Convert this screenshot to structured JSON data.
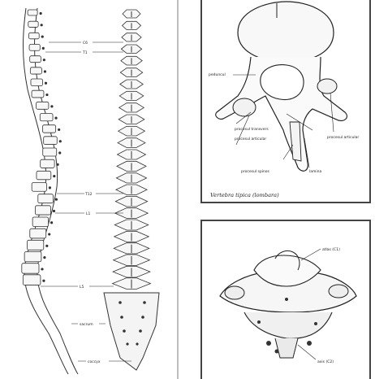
{
  "left_labels": {
    "c6": "C6",
    "t1": "T1",
    "t12": "T12",
    "l1": "L1",
    "l5": "L5",
    "sacrum": "sacrum",
    "coccyx": "coccyx"
  },
  "lumbar_labels": {
    "peduncle": "peduncul",
    "transverse_process": "procesul transvers",
    "articular_process": "procesul articular",
    "spinous_process": "procesul spinos",
    "spinal_canal": "lamina",
    "superior_articular": "procesul articular"
  },
  "lumbar_caption": "Vertebra tipica (lombara)",
  "atlas_labels": {
    "top": "atlas (C1)",
    "bottom": "axis (C2)"
  }
}
